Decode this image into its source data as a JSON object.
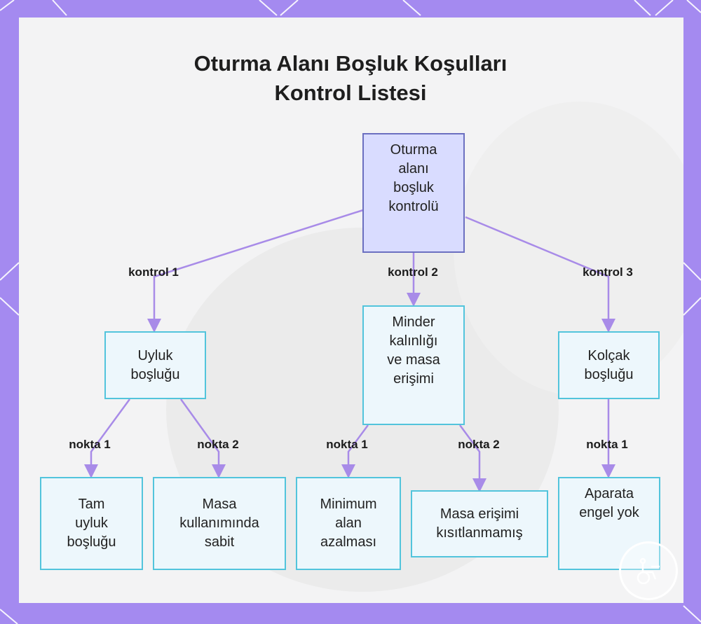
{
  "title": {
    "line1": "Oturma Alanı Boşluk Koşulları",
    "line2": "Kontrol Listesi"
  },
  "nodes": {
    "root": "Oturma\nalanı\nboşluk\nkontrolü",
    "thigh": "Uyluk\nboşluğu",
    "cushion": "Minder\nkalınlığı\nve masa\nerişimi",
    "armrest": "Kolçak\nboşluğu",
    "full_thigh": "Tam\nuyluk\nboşluğu",
    "fixed_table": "Masa\nkullanımında\nsabit",
    "min_space": "Minimum\nalan\nazalması",
    "table_access": "Masa erişimi\nkısıtlanmamış",
    "no_obstacle": "Aparata\nengel yok"
  },
  "edge_labels": {
    "k1": "kontrol 1",
    "k2": "kontrol 2",
    "k3": "kontrol 3",
    "n1a": "nokta 1",
    "n2a": "nokta 2",
    "n1b": "nokta 1",
    "n2b": "nokta 2",
    "n1c": "nokta 1"
  },
  "colors": {
    "background": "#a48af0",
    "root_fill": "#d9dcff",
    "root_border": "#6b6fc0",
    "child_fill": "#edf7fc",
    "child_border": "#52c4dc",
    "edge": "#a88be8"
  },
  "icons": [
    "wheelchair-badge-icon"
  ]
}
